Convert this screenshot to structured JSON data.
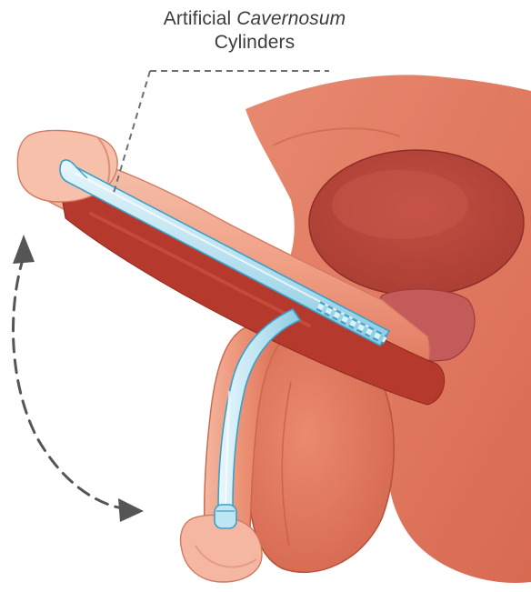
{
  "diagram": {
    "label": {
      "line1_prefix": "Artificial",
      "line1_italic": "Cavernosum",
      "line2": "Cylinders"
    },
    "colors": {
      "body_tissue": "#e07a60",
      "body_tissue_light": "#f2a58c",
      "bladder": "#b8453a",
      "prostate": "#c85a57",
      "corpus_inner": "#b13a2c",
      "cylinder_fill": "#bfe4f2",
      "cylinder_stroke": "#3aa0c8",
      "leader_line": "#707070",
      "motion_arrow": "#555555",
      "label_text": "#3c3c3c"
    },
    "icons": {
      "motion": "curved-double-arrow-icon"
    }
  }
}
